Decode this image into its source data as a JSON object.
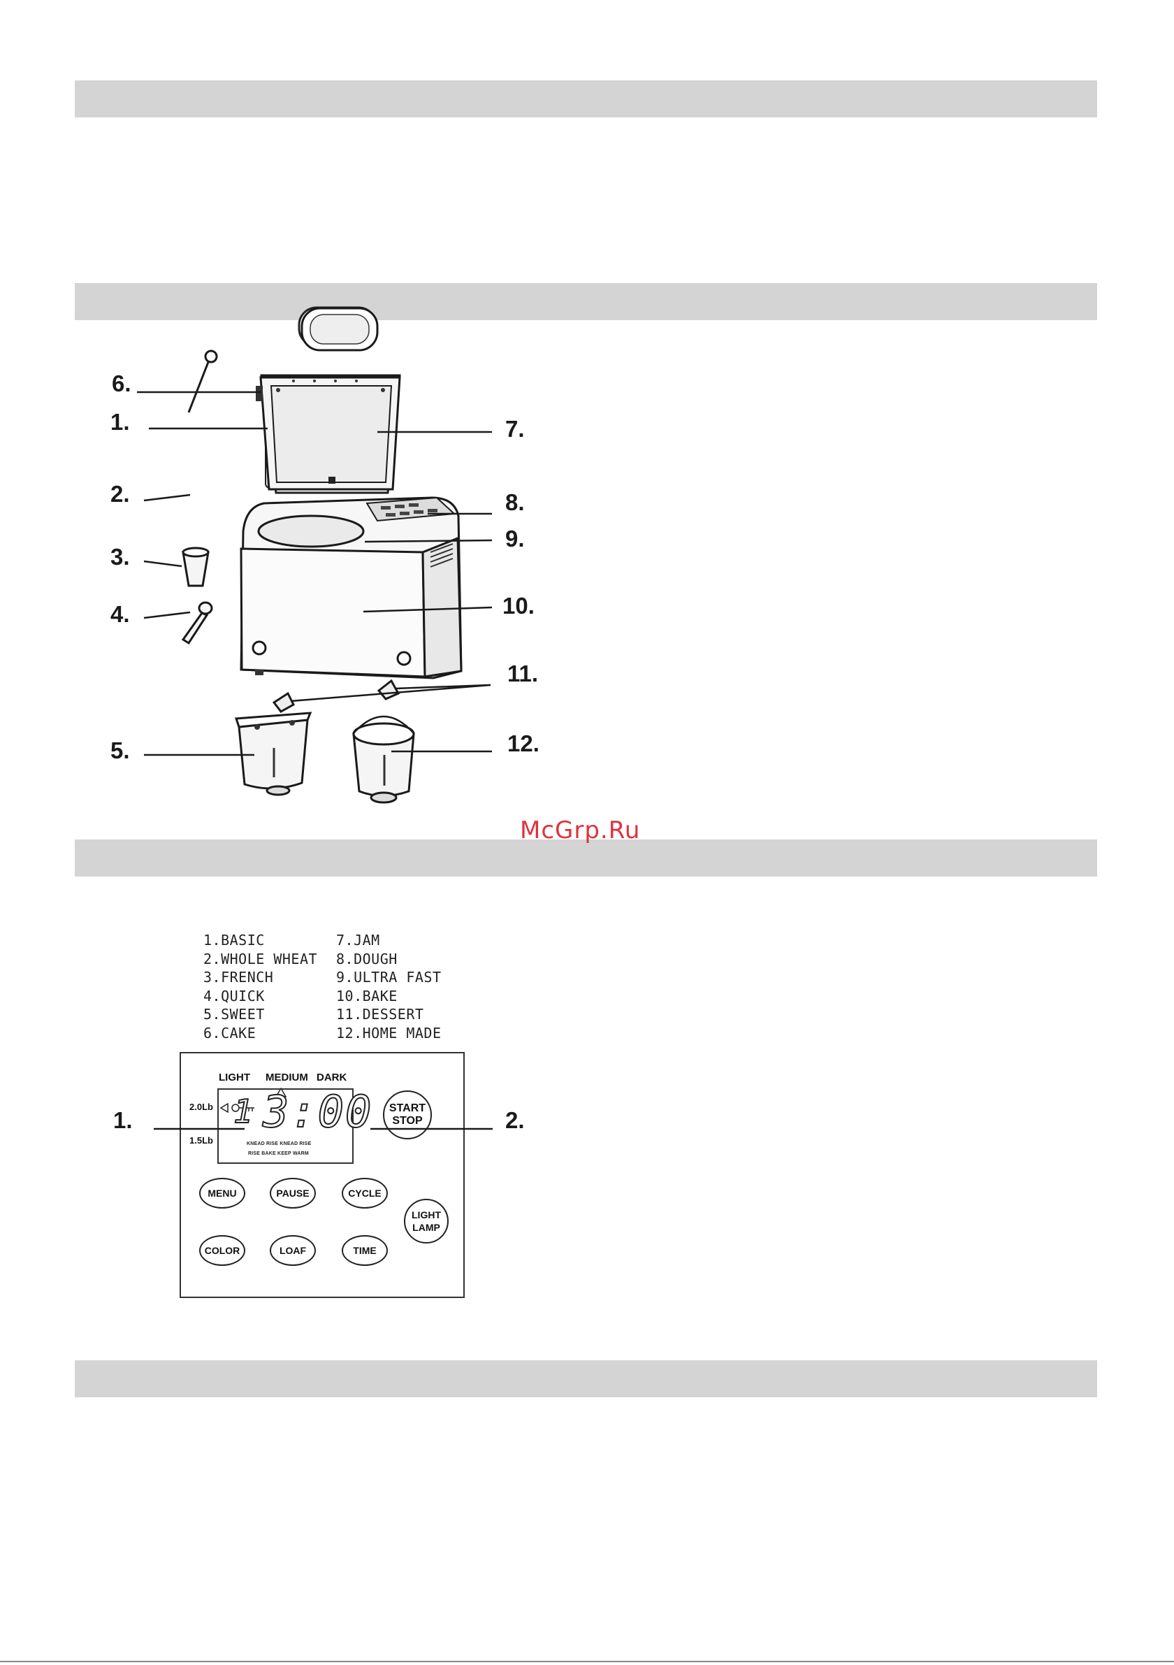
{
  "watermark": "McGrp.Ru",
  "figure1": {
    "callouts": [
      "6.",
      "1.",
      "2.",
      "3.",
      "4.",
      "7.",
      "8.",
      "9.",
      "10.",
      "11.",
      "5.",
      "12."
    ]
  },
  "figure2": {
    "programs_left": [
      "1.BASIC",
      "2.WHOLE WHEAT",
      "3.FRENCH",
      "4.QUICK",
      "5.SWEET",
      "6.CAKE"
    ],
    "programs_right": [
      "7.JAM",
      "8.DOUGH",
      "9.ULTRA FAST",
      "10.BAKE",
      "11.DESSERT",
      "12.HOME MADE"
    ],
    "crust_labels": [
      "LIGHT",
      "MEDIUM",
      "DARK"
    ],
    "weight_labels": [
      "2.0Lb",
      "1.5Lb"
    ],
    "display_program": "1",
    "display_time": "3:00",
    "status_top": "KNEAD RISE KNEAD RISE",
    "status_bottom": "RISE BAKE KEEP WARM",
    "buttons": {
      "menu": "MENU",
      "pause": "PAUSE",
      "cycle": "CYCLE",
      "color": "COLOR",
      "loaf": "LOAF",
      "time": "TIME",
      "start_line1": "START",
      "start_line2": "STOP",
      "lamp_line1": "LIGHT",
      "lamp_line2": "LAMP"
    },
    "callouts": [
      "1.",
      "2."
    ]
  }
}
